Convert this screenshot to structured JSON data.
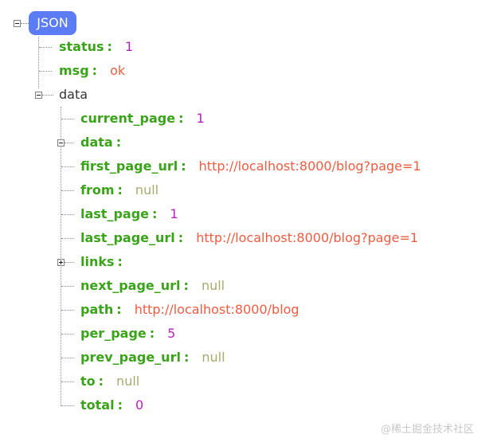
{
  "root": {
    "label": "JSON",
    "badge_color": "#5b7cf4"
  },
  "colors": {
    "key": "#3aa31a",
    "number": "#b81fbf",
    "string": "#ef5c42",
    "null": "#a7ab6e"
  },
  "nodes": {
    "status": {
      "key": "status",
      "sep": ":",
      "value": "1"
    },
    "msg": {
      "key": "msg",
      "sep": ":",
      "value": "ok"
    },
    "data": {
      "key": "data"
    },
    "current_page": {
      "key": "current_page",
      "sep": ":",
      "value": "1"
    },
    "data_inner": {
      "key": "data",
      "sep": ":"
    },
    "first_page_url": {
      "key": "first_page_url",
      "sep": ":",
      "value": "http://localhost:8000/blog?page=1"
    },
    "from": {
      "key": "from",
      "sep": ":",
      "value": "null"
    },
    "last_page": {
      "key": "last_page",
      "sep": ":",
      "value": "1"
    },
    "last_page_url": {
      "key": "last_page_url",
      "sep": ":",
      "value": "http://localhost:8000/blog?page=1"
    },
    "links": {
      "key": "links",
      "sep": ":"
    },
    "next_page_url": {
      "key": "next_page_url",
      "sep": ":",
      "value": "null"
    },
    "path": {
      "key": "path",
      "sep": ":",
      "value": "http://localhost:8000/blog"
    },
    "per_page": {
      "key": "per_page",
      "sep": ":",
      "value": "5"
    },
    "prev_page_url": {
      "key": "prev_page_url",
      "sep": ":",
      "value": "null"
    },
    "to": {
      "key": "to",
      "sep": ":",
      "value": "null"
    },
    "total": {
      "key": "total",
      "sep": ":",
      "value": "0"
    }
  },
  "watermark": "@稀土掘金技术社区"
}
